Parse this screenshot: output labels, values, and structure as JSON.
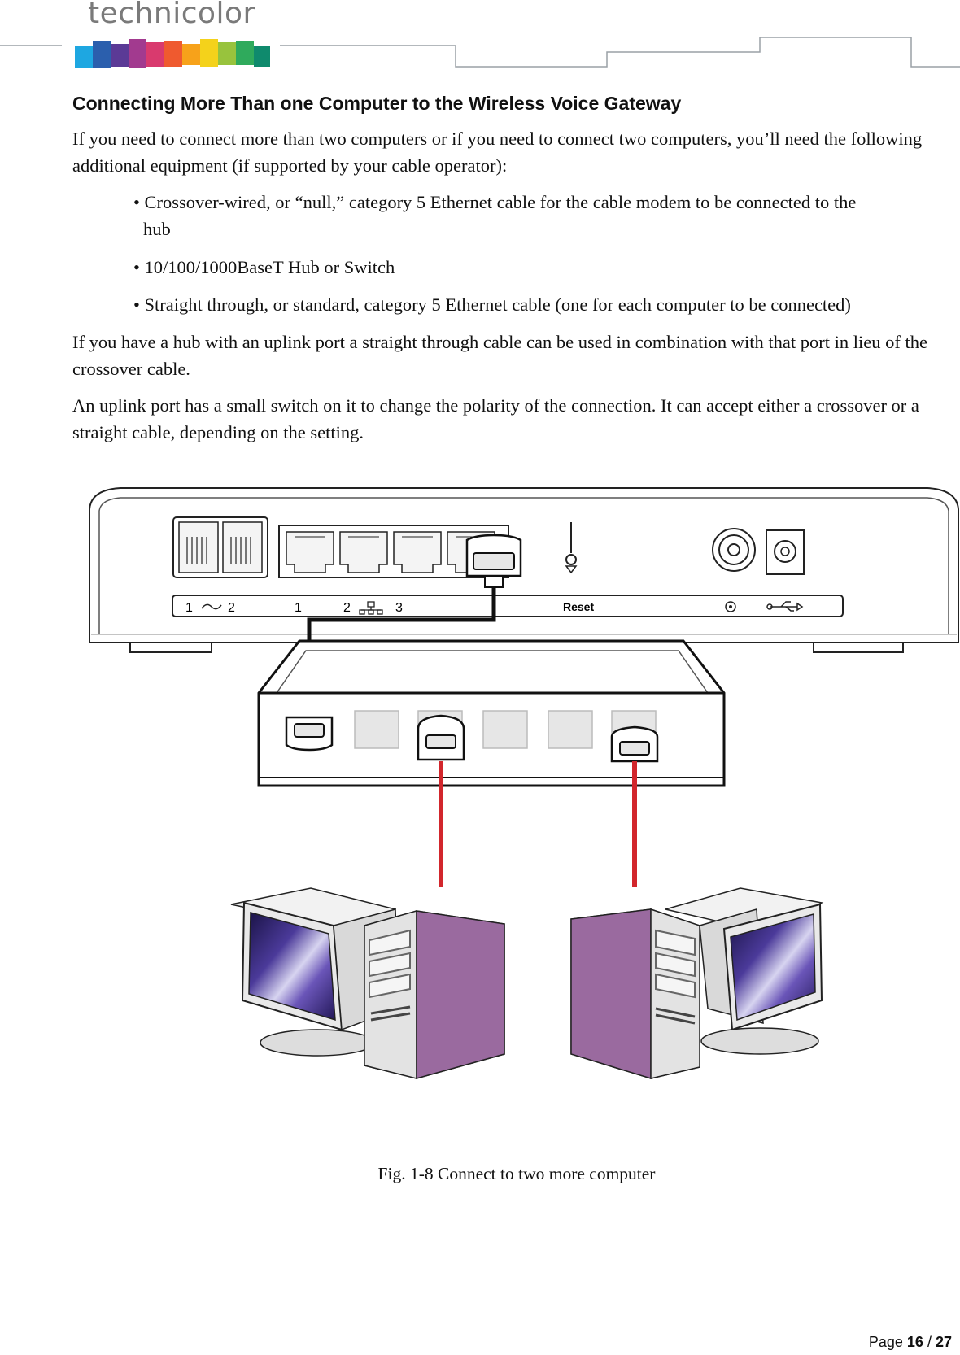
{
  "header": {
    "brand": "technicolor",
    "logo_colors": [
      "#1ea7e1",
      "#2b5fad",
      "#5b3a96",
      "#a23a8f",
      "#d93a6e",
      "#ef5a2f",
      "#f7a21a",
      "#f4d21b",
      "#98c33d",
      "#2faa5c",
      "#0f8a6d"
    ]
  },
  "section": {
    "title": "Connecting More Than one Computer to the Wireless Voice Gateway",
    "intro": "If you need to connect more than two computers or if you need to connect two computers, you’ll need the following additional equipment (if supported by your cable operator):",
    "bullets": [
      {
        "line1": "• Crossover-wired, or “null,” category 5 Ethernet cable for the cable modem to be connected to the",
        "line2": "hub"
      },
      {
        "line1": "• 10/100/1000BaseT Hub or Switch"
      },
      {
        "line1": "• Straight through, or standard, category 5 Ethernet cable (one for each computer to be connected)"
      }
    ],
    "para2": "If you have a hub with an uplink port a straight through cable can be used in combination with that port in lieu of the crossover cable.",
    "para3": "An uplink port has a small switch on it to change the polarity of the connection. It can accept either a crossover or a straight cable, depending on the setting."
  },
  "figure": {
    "gateway_labels": {
      "phone1": "1",
      "phone2": "2",
      "eth1": "1",
      "eth2": "2",
      "eth3": "3",
      "reset": "Reset"
    },
    "colors": {
      "cable_black": "#111111",
      "cable_red": "#d2262c",
      "tower_side": "#9a6a9f",
      "port_fill": "#e6e6e6"
    },
    "caption": "Fig. 1-8 Connect to two more computer"
  },
  "footer": {
    "page_label": "Page ",
    "page_current": "16",
    "page_sep": " / ",
    "page_total": "27"
  }
}
